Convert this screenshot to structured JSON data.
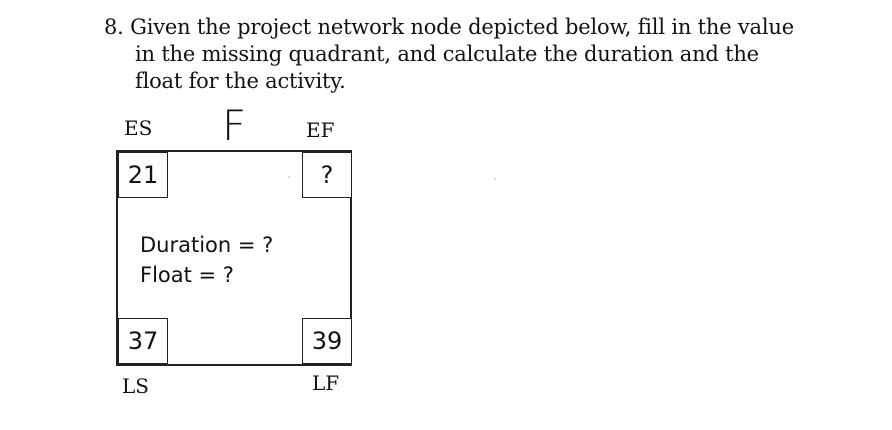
{
  "question": {
    "number": "8.",
    "lines": [
      "Given the project network node depicted below, fill in the value",
      "in the missing quadrant, and calculate the duration and the",
      "float for the activity."
    ]
  },
  "node": {
    "activity": "F",
    "labels": {
      "es": "ES",
      "ef": "EF",
      "ls": "LS",
      "lf": "LF"
    },
    "values": {
      "es": "21",
      "ef": "?",
      "ls": "37",
      "lf": "39"
    },
    "duration_text": "Duration = ?",
    "float_text": "Float = ?"
  }
}
